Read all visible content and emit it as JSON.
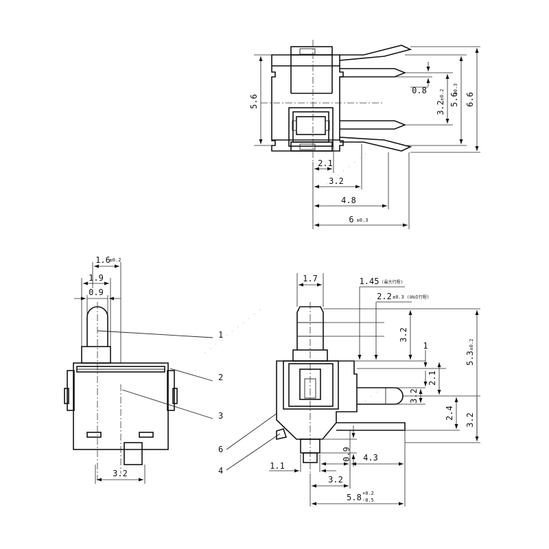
{
  "top_view": {
    "dims": {
      "d_5_6": "5.6",
      "d_0_8": "0.8",
      "d_3_2": "3.2",
      "d_3_2_tol": "±0.2",
      "d_5_6b": "5.6",
      "d_5_6b_tol": "±0.3",
      "d_6_6": "6.6",
      "d_2_1": "2.1",
      "d_3_2h": "3.2",
      "d_4_8": "4.8",
      "d_6": "6",
      "d_6_tol": "±0.3"
    }
  },
  "front_view": {
    "dims": {
      "d_1_6": "1.6",
      "d_1_6_tol": "±0.2",
      "d_1_9": "1.9",
      "d_0_9": "0.9",
      "d_3_2": "3.2"
    },
    "callouts": [
      "1",
      "2",
      "3"
    ]
  },
  "side_view": {
    "dims": {
      "d_1_7": "1.7",
      "d_1_45": "1.45",
      "d_1_45_note": "(最大行程)",
      "d_2_2": "2.2",
      "d_2_2_tol": "±0.3",
      "d_2_2_note": "(ON点行程)",
      "d_3_2v": "3.2",
      "d_5_3": "5.3",
      "d_5_3_tol": "±0.2",
      "d_1": "1",
      "d_2_1": "2.1",
      "d_3_2m": "3.2",
      "d_2_4": "2.4",
      "d_3_2r": "3.2",
      "d_0_9": "0.9",
      "d_4_3": "4.3",
      "d_1_1": "1.1",
      "d_3_2b": "3.2",
      "d_5_8": "5.8",
      "d_5_8_tol_up": "+0.2",
      "d_5_8_tol_dn": "-0.5"
    },
    "callouts": [
      "6",
      "4"
    ]
  }
}
